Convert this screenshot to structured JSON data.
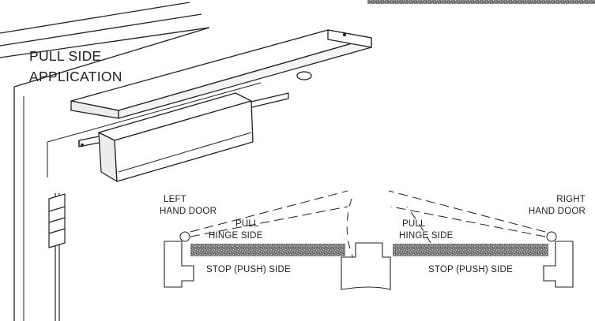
{
  "application_title": {
    "line1": "PULL SIDE",
    "line2": "APPLICATION"
  },
  "left_door": {
    "title_line1": "LEFT",
    "title_line2": "HAND DOOR",
    "pull_line1": "PULL",
    "pull_line2": "HINGE SIDE",
    "stop_label": "STOP (PUSH) SIDE"
  },
  "right_door": {
    "title_line1": "RIGHT",
    "title_line2": "HAND DOOR",
    "pull_line1": "PULL",
    "pull_line2": "HINGE SIDE",
    "stop_label": "STOP (PUSH) SIDE"
  },
  "colors": {
    "ink": "#222222",
    "door_fill": "#8a8a8a",
    "closer_body": "#ffffff"
  }
}
